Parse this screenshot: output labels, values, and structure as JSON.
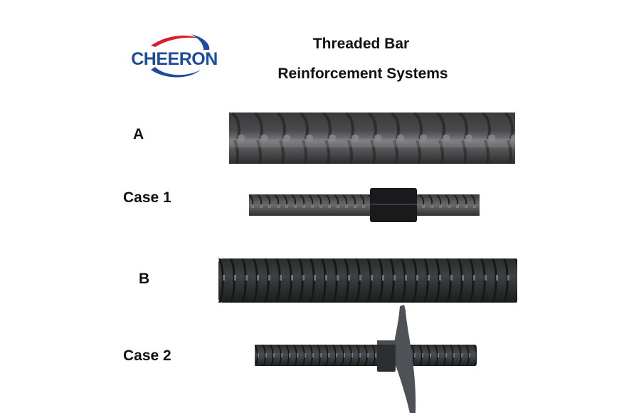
{
  "brand": {
    "logo_text": "CHEERON",
    "colors": {
      "blue": "#1d4c9c",
      "red": "#d9202a"
    }
  },
  "header": {
    "title_line1": "Threaded Bar",
    "title_line2": "Reinforcement Systems"
  },
  "items": [
    {
      "label": "A",
      "image": "threaded-bar-a-rebar"
    },
    {
      "label": "Case 1",
      "image": "threaded-bar-a-with-coupler"
    },
    {
      "label": "B",
      "image": "threaded-bar-b-full-thread"
    },
    {
      "label": "Case 2",
      "image": "threaded-bar-b-with-nut-and-plate"
    }
  ]
}
